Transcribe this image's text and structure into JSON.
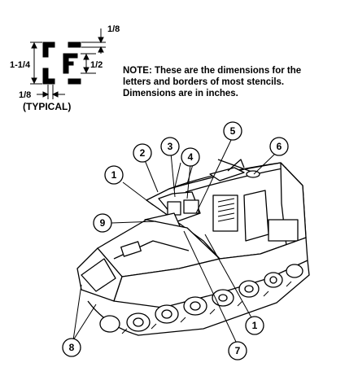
{
  "dimension_key": {
    "top_gap": "1/8",
    "letter_height": "1-1/4",
    "inner_gap": "1/2",
    "border_gap": "1/8",
    "letter": "F",
    "caption": "(TYPICAL)"
  },
  "note": {
    "lines": [
      "NOTE:  These are the dimensions for the",
      "letters and borders of most stencils.",
      "Dimensions are in inches."
    ]
  },
  "callouts": [
    "1",
    "2",
    "3",
    "4",
    "5",
    "6",
    "9",
    "8",
    "7",
    "1"
  ]
}
